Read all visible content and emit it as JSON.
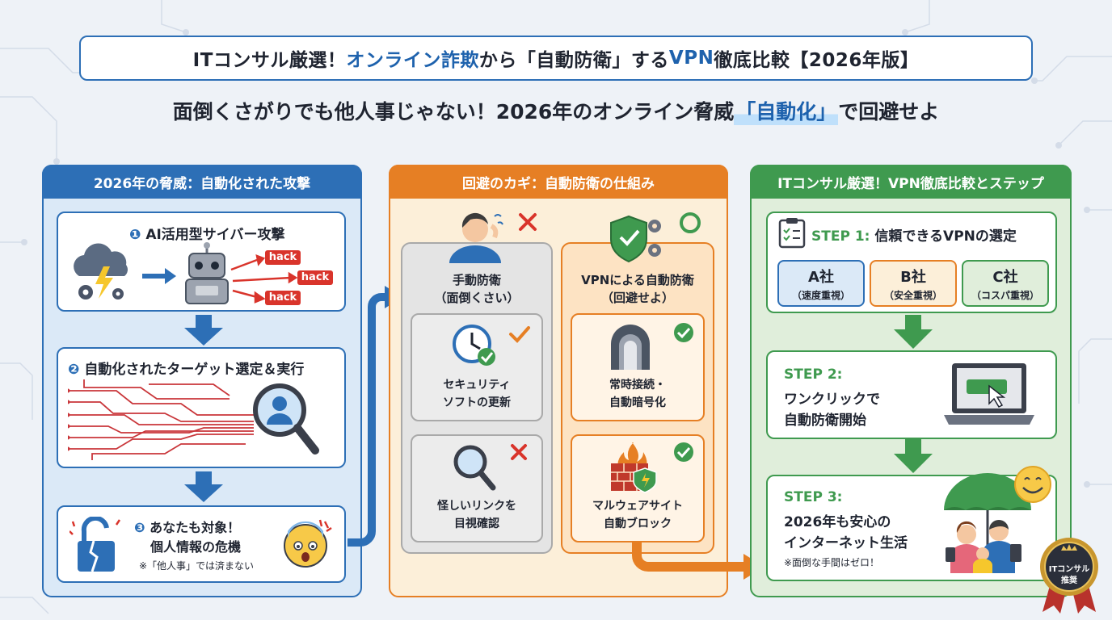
{
  "title": {
    "part1": "ITコンサル厳選！",
    "part2": "オンライン詐欺",
    "part3": "から「自動防衛」する",
    "part4": "VPN",
    "part5": "徹底比較【2026年版】"
  },
  "subtitle": {
    "part1": "面倒くさがりでも他人事じゃない！2026年のオンライン脅威",
    "highlight": "「自動化」",
    "part2": "で回避せよ"
  },
  "column1": {
    "header": "2026年の脅威：自動化された攻撃",
    "step1": {
      "num": "❶",
      "label": "AI活用型サイバー攻撃",
      "hack": [
        "hack",
        "hack",
        "hack"
      ]
    },
    "step2": {
      "num": "❷",
      "label": "自動化されたターゲット選定＆実行"
    },
    "step3": {
      "num": "❸",
      "line1": "あなたも対象！",
      "line2": "個人情報の危機",
      "note": "※「他人事」では済まない"
    }
  },
  "column2": {
    "header": "回避のカギ：自動防衛の仕組み",
    "manual": {
      "title1": "手動防衛",
      "title2": "（面倒くさい）",
      "item1": [
        "セキュリティ",
        "ソフトの更新"
      ],
      "item2": [
        "怪しいリンクを",
        "目視確認"
      ]
    },
    "auto": {
      "title1": "VPNによる自動防衛",
      "title2": "（回避せよ）",
      "item1": [
        "常時接続・",
        "自動暗号化"
      ],
      "item2": [
        "マルウェアサイト",
        "自動ブロック"
      ]
    }
  },
  "column3": {
    "header": "ITコンサル厳選！VPN徹底比較とステップ",
    "step1": {
      "prefix": "STEP 1:",
      "label": "信頼できるVPNの選定",
      "companies": [
        {
          "name": "A社",
          "desc": "（速度重視）"
        },
        {
          "name": "B社",
          "desc": "（安全重視）"
        },
        {
          "name": "C社",
          "desc": "（コスパ重視）"
        }
      ]
    },
    "step2": {
      "prefix": "STEP 2:",
      "line1": "ワンクリックで",
      "line2": "自動防衛開始"
    },
    "step3": {
      "prefix": "STEP 3:",
      "line1": "2026年も安心の",
      "line2": "インターネット生活",
      "note": "※面倒な手間はゼロ！"
    }
  },
  "badge": {
    "line1": "ITコンサル",
    "line2": "推奨"
  },
  "colors": {
    "blue": "#2d6fb6",
    "orange": "#e67f24",
    "green": "#3f9a4f",
    "red": "#d9342b"
  }
}
